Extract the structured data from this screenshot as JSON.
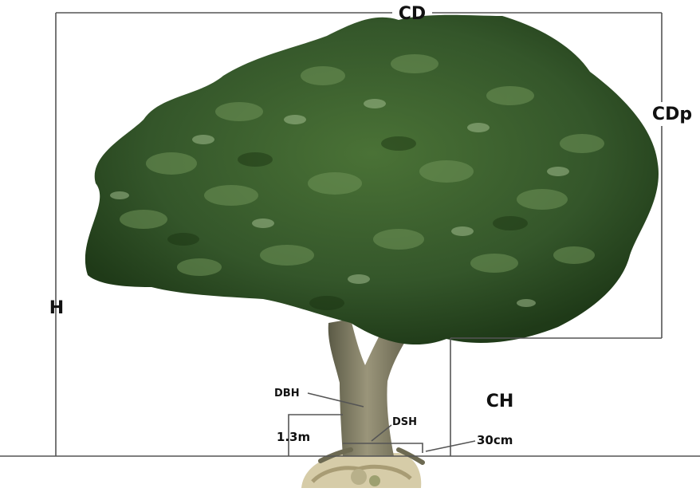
{
  "labels": {
    "crown_diameter": "CD",
    "crown_depth": "CDp",
    "height": "H",
    "crown_height": "CH",
    "dbh": "DBH",
    "dsh": "DSH",
    "breast_height": "1.3m",
    "stump_height": "30cm"
  },
  "colors": {
    "line": "#555555",
    "foliage_dark": "#2c4a22",
    "foliage_mid": "#3f6630",
    "foliage_light": "#8aa878",
    "trunk": "#7d7a62",
    "ground": "#cfc5a0"
  }
}
